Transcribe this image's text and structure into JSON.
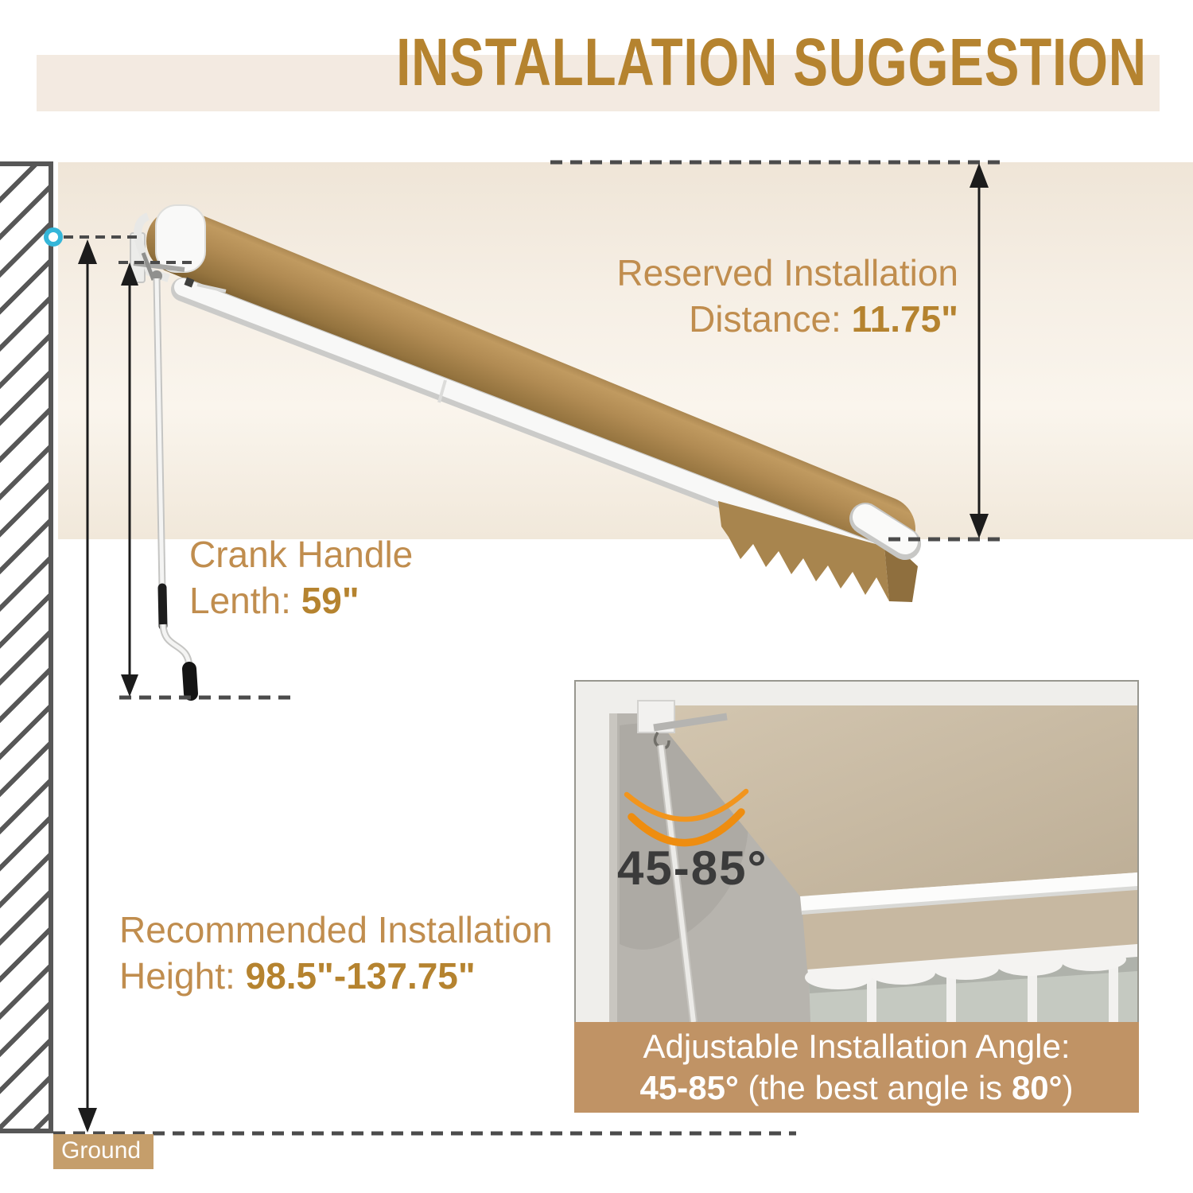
{
  "title": "INSTALLATION SUGGESTION",
  "annotations": {
    "reserved": {
      "line1": "Reserved Installation",
      "label": "Distance: ",
      "value": "11.75\""
    },
    "crank": {
      "line1": "Crank Handle",
      "label": "Lenth: ",
      "value": "59\""
    },
    "height": {
      "line1": "Recommended Installation",
      "label": "Height: ",
      "value": "98.5\"-137.75\""
    },
    "ground": "Ground"
  },
  "inset": {
    "angle_range": "45-85°",
    "caption_line1": "Adjustable Installation Angle:",
    "caption_line2": {
      "bold1": "45-85°",
      "text1": " (the best angle is ",
      "bold2": "80°",
      "text2": ")"
    }
  },
  "icons": {
    "mount_marker": "cyan-ring-dot",
    "angle_arrows": "orange-double-arc"
  },
  "colors": {
    "title_gold": "#b5832f",
    "text_gold": "#c08d4e",
    "banner_beige": "#f3eae1",
    "band_beige": "#f3ebdf",
    "fabric_brown": "#a8854e",
    "caption_bar_tan": "#c09365",
    "ground_tan": "#c59e6b",
    "marker_cyan": "#35b6d9",
    "angle_text_gray": "#3b3b3b"
  }
}
